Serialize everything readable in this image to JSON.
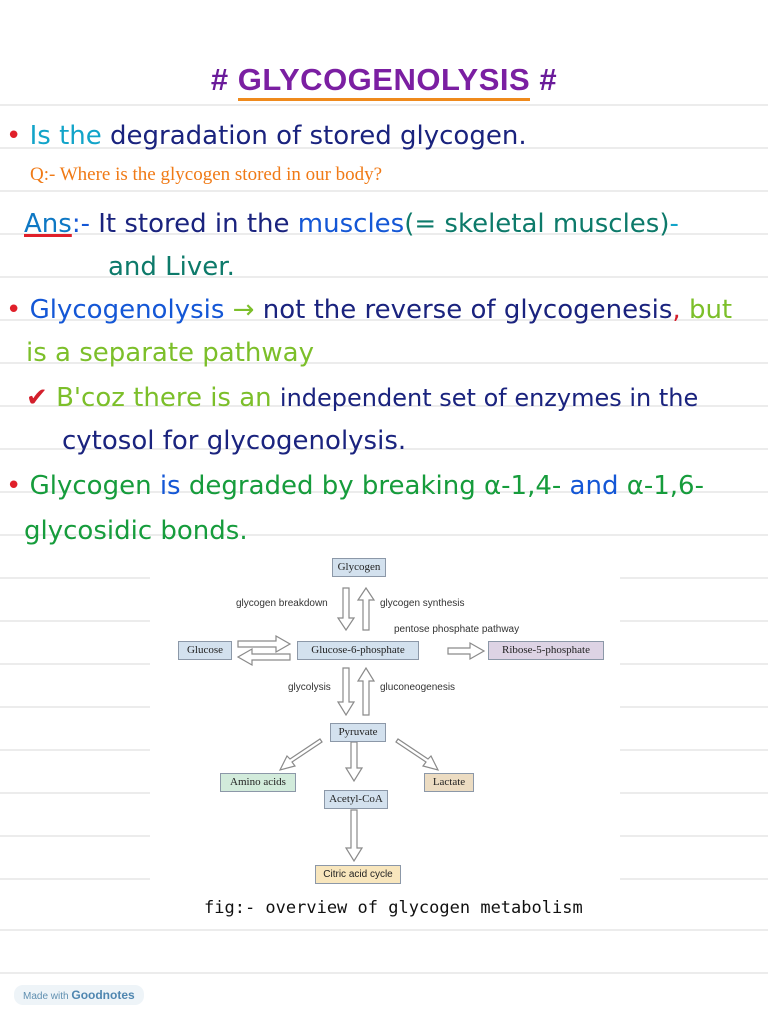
{
  "title": {
    "hash_left": "#",
    "word": "GLYCOGENOLYSIS",
    "hash_right": "#"
  },
  "bullet1": {
    "bullet": "•",
    "part1": "Is the",
    "part2": "degradation of stored glycogen."
  },
  "question": "Q:- Where is the glycogen stored in our body?",
  "answer": {
    "label": "Ans",
    "sep": ":-",
    "part1": "It stored in the",
    "part2": "muscles",
    "part3": "(= skeletal muscles)",
    "part4": "-",
    "line2": "and Liver."
  },
  "bullet2": {
    "bullet": "•",
    "part1": "Glycogenolysis",
    "arrow": "→",
    "part2": "not the reverse of glycogenesis",
    "comma": ",",
    "part3": "but",
    "line2": "is a separate pathway"
  },
  "check": {
    "mark": "✔",
    "part1": "B'coz there is an",
    "part2": "independent set of enzymes in the",
    "line2": "cytosol for glycogenolysis."
  },
  "bullet3": {
    "bullet": "•",
    "part1": "Glycogen",
    "part2": "is",
    "part3": "degraded by breaking α-1,4-",
    "part4": "and",
    "part5": "α-1,6-",
    "line2": "glycosidic bonds."
  },
  "diagram": {
    "nodes": {
      "glycogen": "Glycogen",
      "glucose": "Glucose",
      "g6p": "Glucose-6-phosphate",
      "r5p": "Ribose-5-phosphate",
      "pyruvate": "Pyruvate",
      "amino_acids": "Amino acids",
      "lactate": "Lactate",
      "acetyl_coa": "Acetyl-CoA",
      "citric": "Citric acid cycle"
    },
    "labels": {
      "breakdown": "glycogen breakdown",
      "synthesis": "glycogen synthesis",
      "ppp": "pentose phosphate pathway",
      "glycolysis": "glycolysis",
      "gluconeogenesis": "gluconeogenesis"
    },
    "colors": {
      "blue_box": "#d3e1ee",
      "purple_box": "#ddd3e4",
      "green_box": "#d2ebdb",
      "tan_box": "#ecdcc2",
      "orange_box": "#f8e6bd"
    }
  },
  "caption": "fig:- overview of glycogen metabolism",
  "badge": {
    "prefix": "Made with",
    "brand": "Goodnotes"
  }
}
